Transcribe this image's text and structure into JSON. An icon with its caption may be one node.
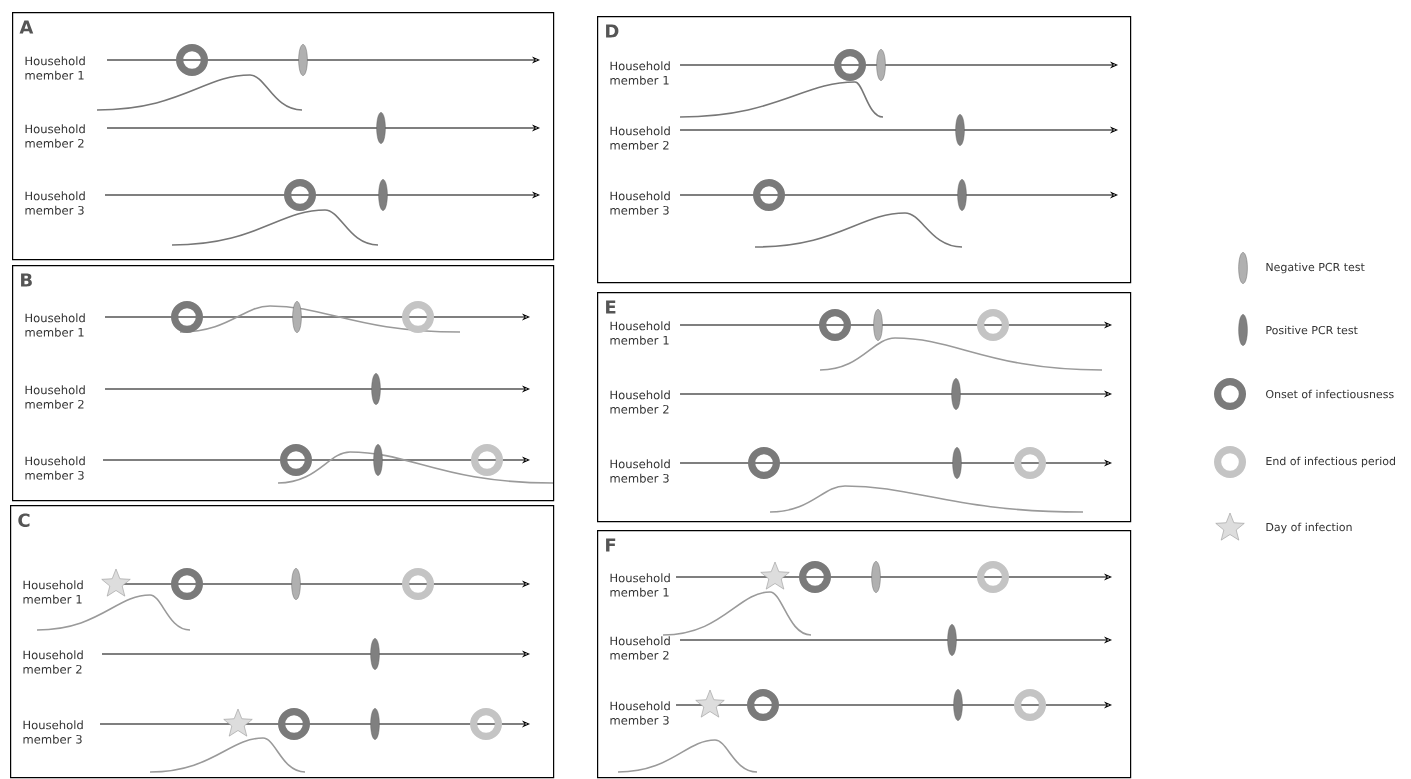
{
  "diagram": {
    "nodes": [
      {
        "text": [
          "A"
        ]
      },
      {
        "text": [
          "B"
        ]
      },
      {
        "text": [
          "C"
        ]
      },
      {
        "text": [
          "D"
        ]
      },
      {
        "text": [
          "E"
        ]
      },
      {
        "text": [
          "F"
        ]
      }
    ],
    "labels": [
      "Household member 1",
      "Household member 2",
      "Household member 3",
      "Household member 1",
      "Household member 2",
      "Household member 3",
      "Household member 1",
      "Household member 2",
      "Household member 3",
      "Household member 1",
      "Household member 2",
      "Household member 3",
      "Household member 1",
      "Household member 2",
      "Household member 3",
      "Household member 1",
      "Household member 2",
      "Household member 3"
    ],
    "legend": [
      {
        "text": "Negative PCR test"
      },
      {
        "text": "Positive PCR test"
      },
      {
        "text": "Onset of infectiousness"
      },
      {
        "text": "End of infectious period"
      },
      {
        "text": "Day of infection"
      }
    ]
  }
}
